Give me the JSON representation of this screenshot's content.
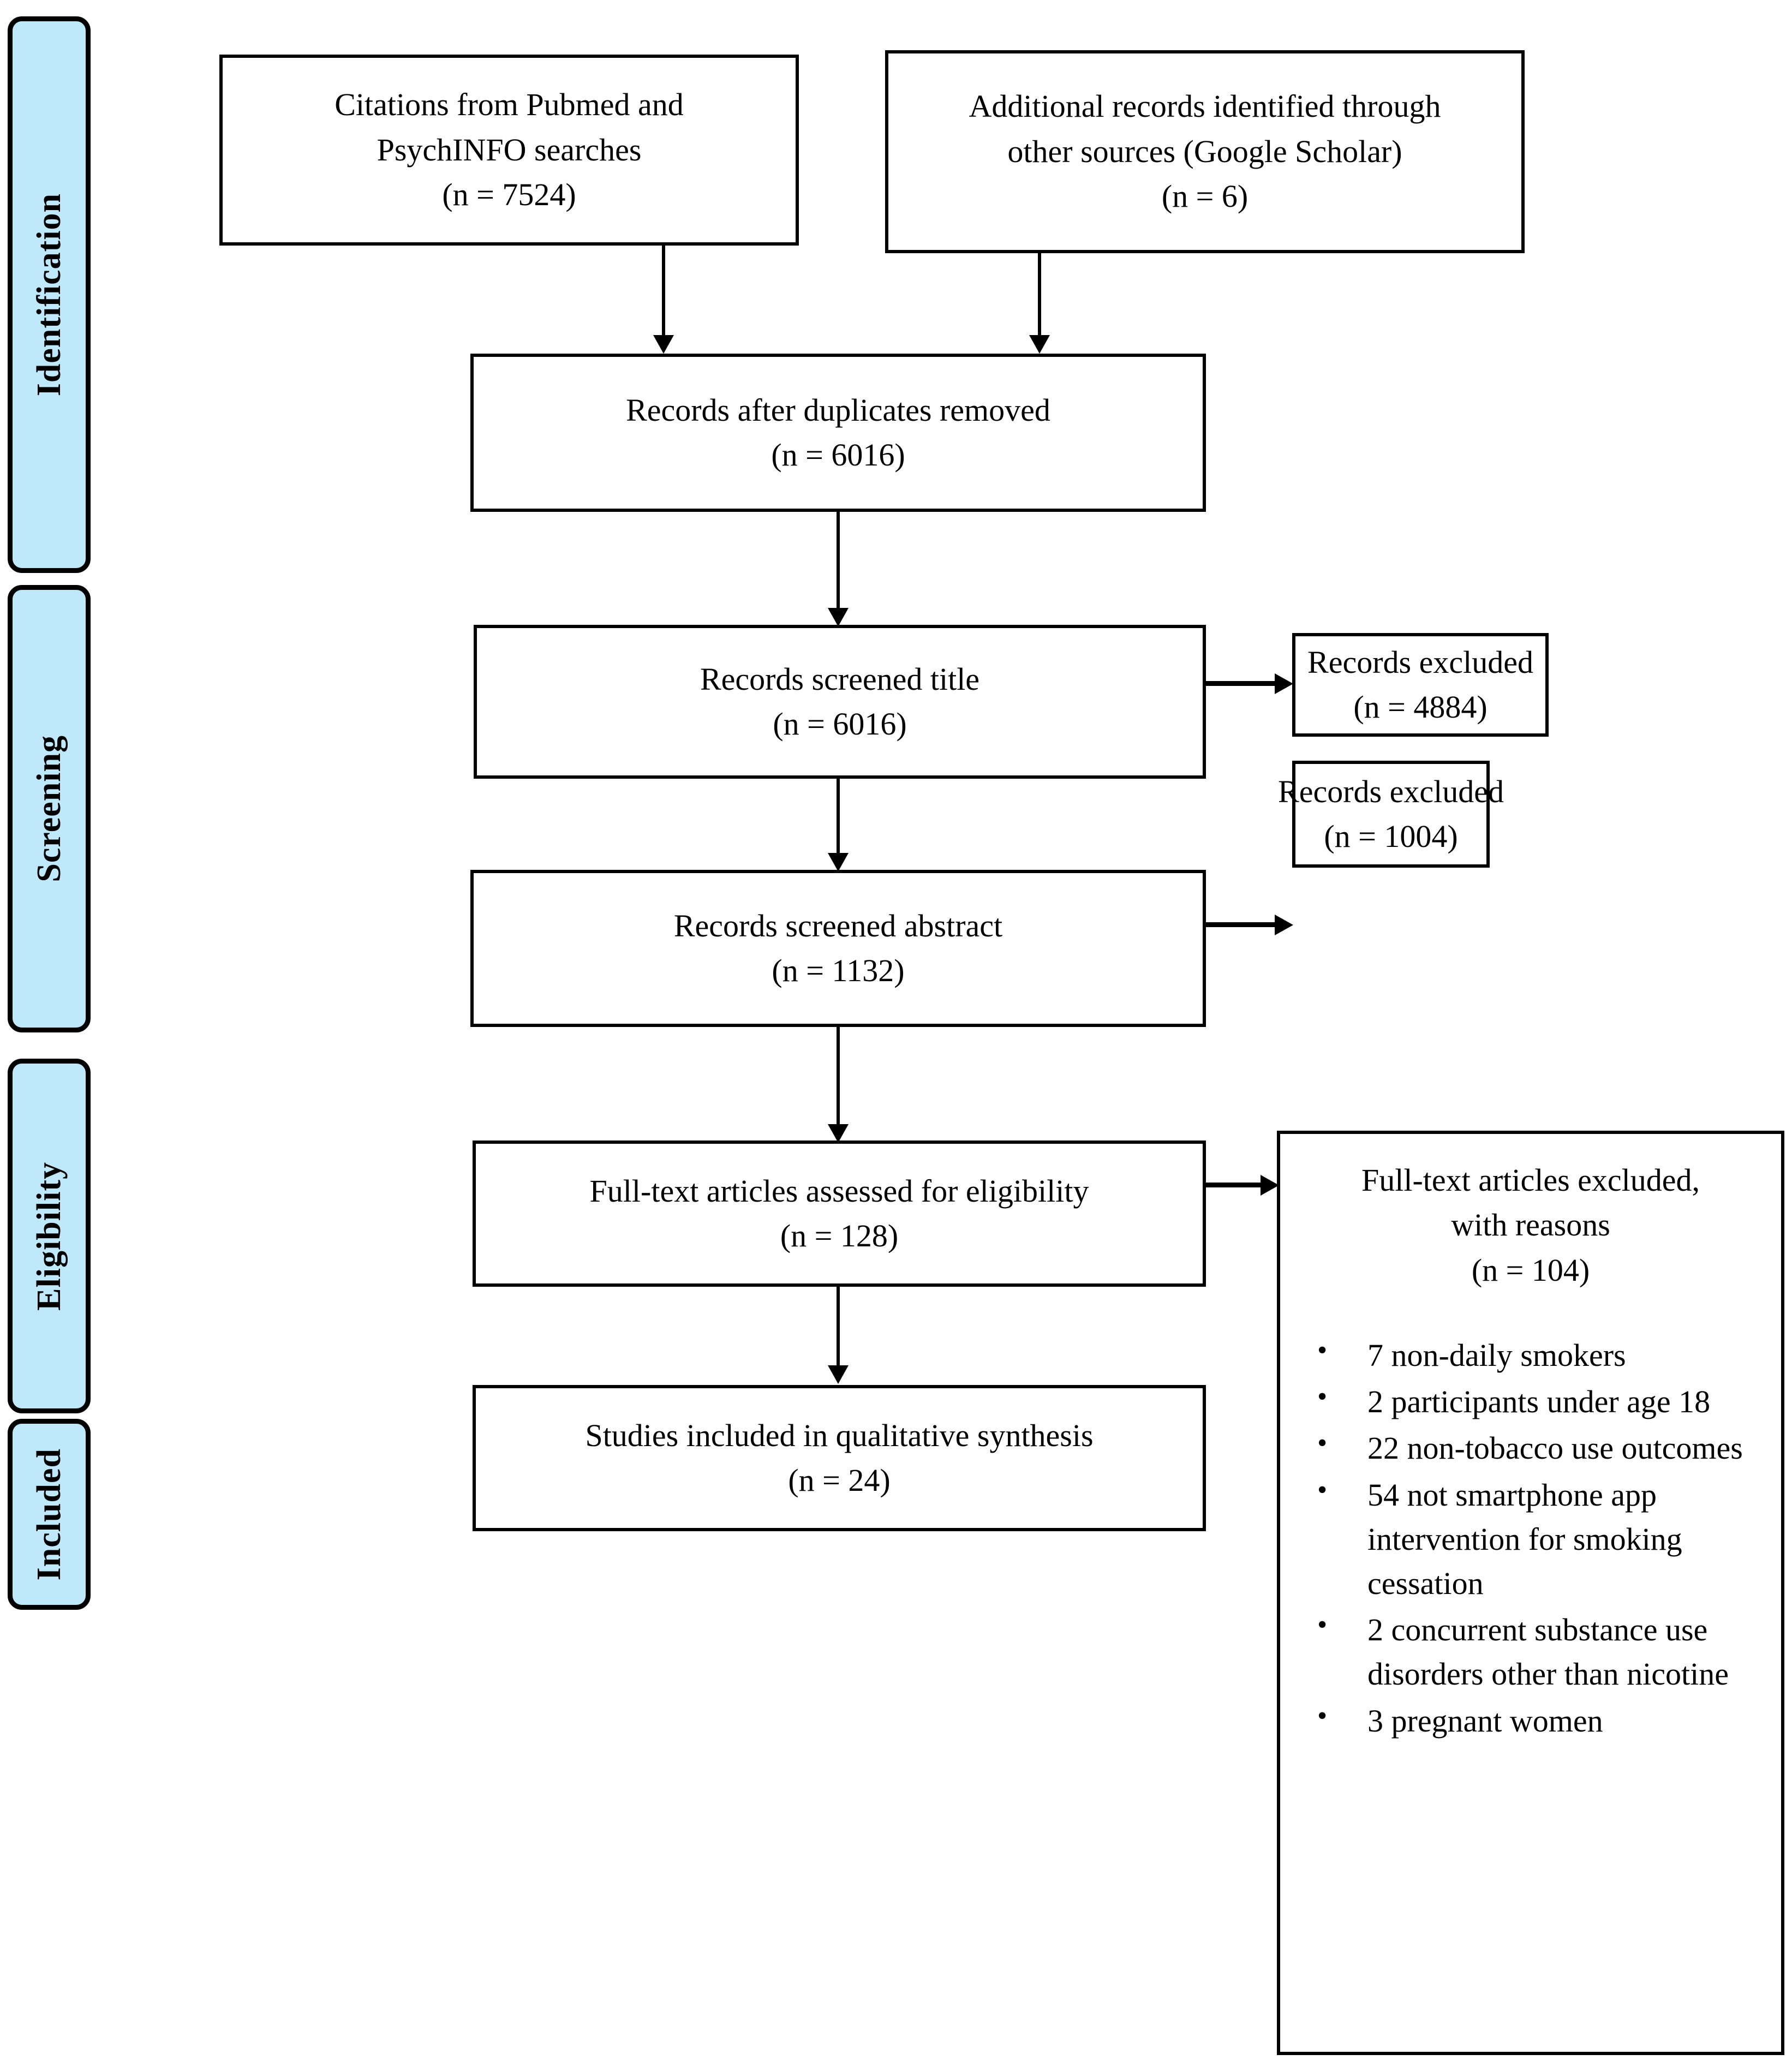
{
  "diagram": {
    "title": "PRISMA flow diagram",
    "type": "prisma-flow",
    "accent_color": "#bfe9fb",
    "line_color": "#000000",
    "background_color": "#ffffff"
  },
  "stages": [
    {
      "label": "Identification"
    },
    {
      "label": "Screening"
    },
    {
      "label": "Eligibility"
    },
    {
      "label": "Included"
    }
  ],
  "boxes": {
    "citations": {
      "line1": "Citations from Pubmed and",
      "line2": "PsychINFO searches",
      "count": "(n = 7524)"
    },
    "additional": {
      "line1": "Additional records identified through",
      "line2": "other sources (Google Scholar)",
      "count": "(n = 6)"
    },
    "duplicates_removed": {
      "line1": "Records after duplicates removed",
      "count": "(n = 6016)"
    },
    "screened_title": {
      "line1": "Records screened title",
      "count": "(n = 6016)"
    },
    "excluded_title": {
      "line1": "Records excluded",
      "count": "(n = 4884)"
    },
    "screened_abstract": {
      "line1": "Records screened abstract",
      "count": "(n = 1132)"
    },
    "excluded_abstract": {
      "line1": "Records excluded",
      "count": "(n = 1004)"
    },
    "fulltext_assessed": {
      "line1": "Full-text articles assessed for eligibility",
      "count": "(n = 128)"
    },
    "fulltext_excluded": {
      "line1": "Full-text articles excluded,",
      "line2": "with reasons",
      "count": "(n = 104)",
      "reasons": [
        "7 non-daily smokers",
        "2 participants under age 18",
        "22 non-tobacco use outcomes",
        "54 not smartphone app intervention for smoking cessation",
        "2 concurrent substance use disorders other than nicotine",
        "3 pregnant women"
      ]
    },
    "studies_included": {
      "line1": "Studies included in qualitative synthesis",
      "count": "(n = 24)"
    }
  },
  "chart_data": {
    "type": "flowchart",
    "title": "PRISMA study selection flow",
    "nodes": [
      {
        "id": "citations",
        "label": "Citations from Pubmed and PsychINFO searches",
        "n": 7524,
        "stage": "Identification"
      },
      {
        "id": "additional",
        "label": "Additional records identified through other sources (Google Scholar)",
        "n": 6,
        "stage": "Identification"
      },
      {
        "id": "duplicates_removed",
        "label": "Records after duplicates removed",
        "n": 6016,
        "stage": "Identification"
      },
      {
        "id": "screened_title",
        "label": "Records screened title",
        "n": 6016,
        "stage": "Screening"
      },
      {
        "id": "excluded_title",
        "label": "Records excluded",
        "n": 4884,
        "stage": "Screening"
      },
      {
        "id": "screened_abstract",
        "label": "Records screened abstract",
        "n": 1132,
        "stage": "Screening"
      },
      {
        "id": "excluded_abstract",
        "label": "Records excluded",
        "n": 1004,
        "stage": "Screening"
      },
      {
        "id": "fulltext_assessed",
        "label": "Full-text articles assessed for eligibility",
        "n": 128,
        "stage": "Eligibility"
      },
      {
        "id": "fulltext_excluded",
        "label": "Full-text articles excluded, with reasons",
        "n": 104,
        "stage": "Eligibility"
      },
      {
        "id": "studies_included",
        "label": "Studies included in qualitative synthesis",
        "n": 24,
        "stage": "Included"
      }
    ],
    "edges": [
      {
        "from": "citations",
        "to": "duplicates_removed"
      },
      {
        "from": "additional",
        "to": "duplicates_removed"
      },
      {
        "from": "duplicates_removed",
        "to": "screened_title"
      },
      {
        "from": "screened_title",
        "to": "excluded_title"
      },
      {
        "from": "screened_title",
        "to": "screened_abstract"
      },
      {
        "from": "screened_abstract",
        "to": "excluded_abstract"
      },
      {
        "from": "screened_abstract",
        "to": "fulltext_assessed"
      },
      {
        "from": "fulltext_assessed",
        "to": "fulltext_excluded"
      },
      {
        "from": "fulltext_assessed",
        "to": "studies_included"
      }
    ],
    "exclusion_reasons": [
      {
        "n": 7,
        "reason": "non-daily smokers"
      },
      {
        "n": 2,
        "reason": "participants under age 18"
      },
      {
        "n": 22,
        "reason": "non-tobacco use outcomes"
      },
      {
        "n": 54,
        "reason": "not smartphone app intervention for smoking cessation"
      },
      {
        "n": 2,
        "reason": "concurrent substance use disorders other than nicotine"
      },
      {
        "n": 3,
        "reason": "pregnant women"
      }
    ]
  }
}
